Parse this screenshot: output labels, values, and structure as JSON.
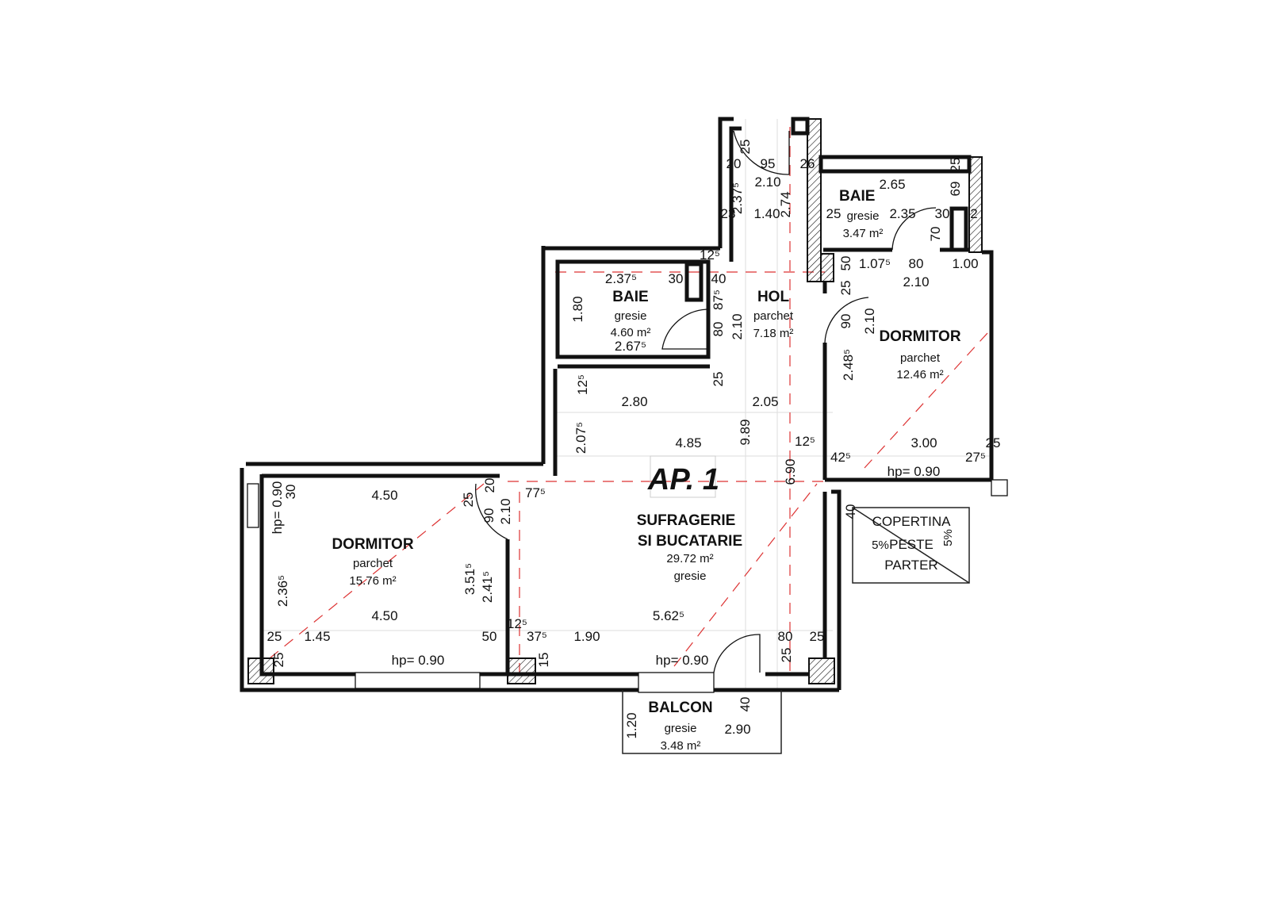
{
  "apartment": {
    "label": "AP. 1"
  },
  "rooms": [
    {
      "name": "BAIE",
      "floor": "gresie",
      "area": "4.60 m²"
    },
    {
      "name": "HOL",
      "floor": "parchet",
      "area": "7.18 m²"
    },
    {
      "name": "BAIE",
      "floor": "gresie",
      "area": "3.47 m²"
    },
    {
      "name": "DORMITOR",
      "floor": "parchet",
      "area": "12.46 m²"
    },
    {
      "name": "DORMITOR",
      "floor": "parchet",
      "area": "15.76 m²"
    },
    {
      "name": "SUFRAGERIE",
      "name2": "SI BUCATARIE",
      "floor": "gresie",
      "area": "29.72 m²"
    },
    {
      "name": "BALCON",
      "floor": "gresie",
      "area": "3.48 m²"
    }
  ],
  "canopy": {
    "line1": "COPERTINA",
    "line2": "PESTE",
    "line3": "PARTER",
    "slope_left": "5%",
    "slope_right": "5%"
  },
  "dims": [
    "25",
    "20",
    "95",
    "2.10",
    "26",
    "2.37⁵",
    "23",
    "1.40",
    "2.74",
    "2.65",
    "25",
    "2.35",
    "25",
    "69",
    "30",
    "70",
    "2",
    "50",
    "1.07⁵",
    "80",
    "1.00",
    "2.10",
    "25",
    "90",
    "2.10",
    "2.48⁵",
    "3.00",
    "25",
    "42⁵",
    "27⁵",
    "hp= 0.90",
    "2.37⁵",
    "30",
    "40",
    "12⁵",
    "2.67⁵",
    "1.80",
    "87⁵",
    "80",
    "2.10",
    "25",
    "12⁵",
    "2.80",
    "2.05",
    "2.07⁵",
    "9.89",
    "4.85",
    "12⁵",
    "6.90",
    "77⁵",
    "2.10",
    "90",
    "25",
    "20",
    "4.50",
    "hp= 0.90",
    "30",
    "2.36⁵",
    "3.51⁵",
    "2.41⁵",
    "4.50",
    "5.62⁵",
    "25",
    "1.45",
    "50",
    "12⁵",
    "37⁵",
    "1.90",
    "80",
    "25",
    "25",
    "hp= 0.90",
    "15",
    "hp= 0.90",
    "25",
    "40",
    "2.90",
    "1.20",
    "40"
  ],
  "colors": {
    "walls": "#111111",
    "axis_lines": "#dd3333",
    "background": "#ffffff"
  }
}
